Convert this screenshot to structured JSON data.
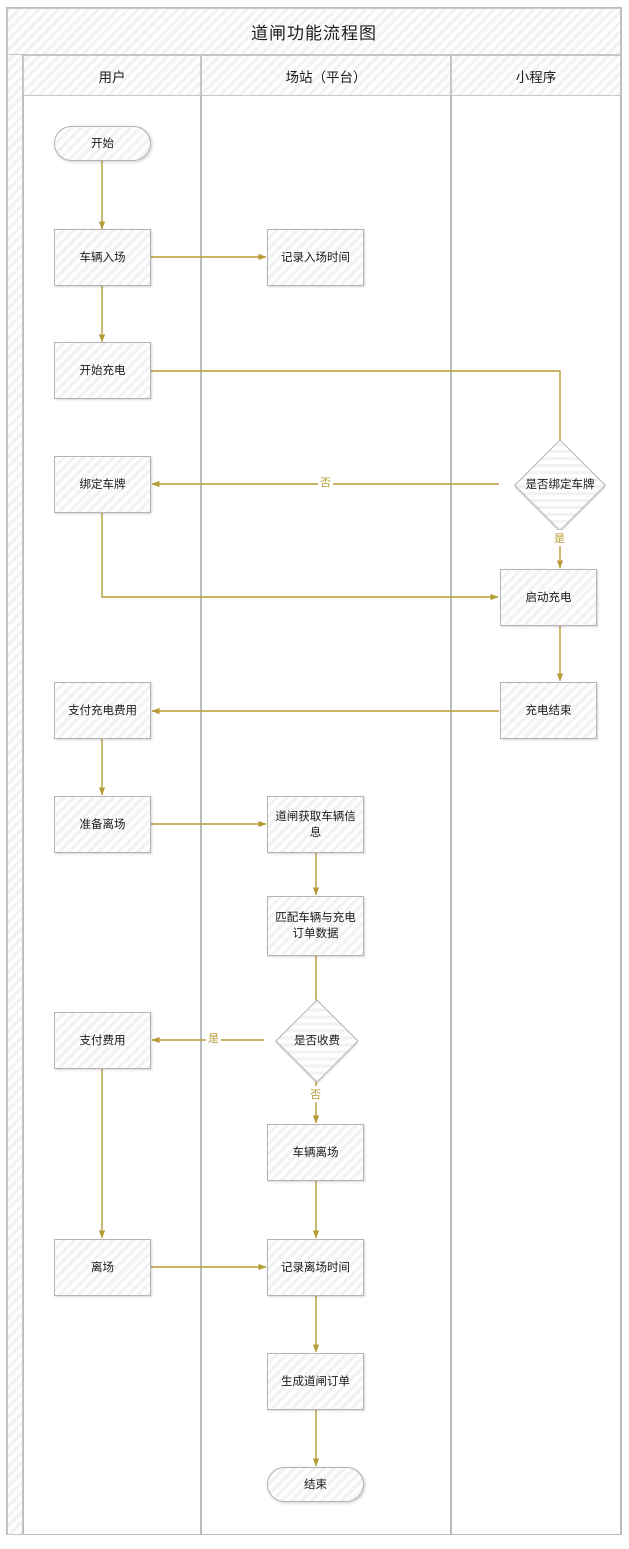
{
  "diagram": {
    "title": "道闸功能流程图",
    "type": "swimlane-flowchart",
    "accent_color": "#b59b36",
    "node_fill": "#f2f2f2",
    "node_border": "#b4b4b4",
    "lane_border": "#b6bdbd"
  },
  "lanes": [
    {
      "id": "user",
      "label": "用户"
    },
    {
      "id": "station",
      "label": "场站（平台）"
    },
    {
      "id": "miniapp",
      "label": "小程序"
    }
  ],
  "nodes": [
    {
      "id": "n1",
      "lane": "user",
      "shape": "terminal",
      "label": "开始"
    },
    {
      "id": "n2",
      "lane": "user",
      "shape": "process",
      "label": "车辆入场"
    },
    {
      "id": "n3",
      "lane": "station",
      "shape": "process",
      "label": "记录入场时间"
    },
    {
      "id": "n4",
      "lane": "user",
      "shape": "process",
      "label": "开始充电"
    },
    {
      "id": "n5",
      "lane": "miniapp",
      "shape": "decision",
      "label": "是否绑定车牌"
    },
    {
      "id": "n6",
      "lane": "user",
      "shape": "process",
      "label": "绑定车牌"
    },
    {
      "id": "n7",
      "lane": "miniapp",
      "shape": "process",
      "label": "启动充电"
    },
    {
      "id": "n8",
      "lane": "miniapp",
      "shape": "process",
      "label": "充电结束"
    },
    {
      "id": "n9",
      "lane": "user",
      "shape": "process",
      "label": "支付充电费用"
    },
    {
      "id": "n10",
      "lane": "user",
      "shape": "process",
      "label": "准备离场"
    },
    {
      "id": "n11",
      "lane": "station",
      "shape": "process",
      "label": "道闸获取车辆信息"
    },
    {
      "id": "n12",
      "lane": "station",
      "shape": "process",
      "label": "匹配车辆与充电订单数据"
    },
    {
      "id": "n13",
      "lane": "station",
      "shape": "decision",
      "label": "是否收费"
    },
    {
      "id": "n14",
      "lane": "user",
      "shape": "process",
      "label": "支付费用"
    },
    {
      "id": "n15",
      "lane": "station",
      "shape": "process",
      "label": "车辆离场"
    },
    {
      "id": "n16",
      "lane": "user",
      "shape": "process",
      "label": "离场"
    },
    {
      "id": "n17",
      "lane": "station",
      "shape": "process",
      "label": "记录离场时间"
    },
    {
      "id": "n18",
      "lane": "station",
      "shape": "process",
      "label": "生成道闸订单"
    },
    {
      "id": "n19",
      "lane": "station",
      "shape": "terminal",
      "label": "结束"
    }
  ],
  "edges": [
    {
      "from": "n1",
      "to": "n2",
      "label": ""
    },
    {
      "from": "n2",
      "to": "n3",
      "label": ""
    },
    {
      "from": "n2",
      "to": "n4",
      "label": ""
    },
    {
      "from": "n4",
      "to": "n5",
      "label": ""
    },
    {
      "from": "n5",
      "to": "n6",
      "label": "否"
    },
    {
      "from": "n5",
      "to": "n7",
      "label": "是"
    },
    {
      "from": "n6",
      "to": "n7",
      "label": ""
    },
    {
      "from": "n7",
      "to": "n8",
      "label": ""
    },
    {
      "from": "n8",
      "to": "n9",
      "label": ""
    },
    {
      "from": "n9",
      "to": "n10",
      "label": ""
    },
    {
      "from": "n10",
      "to": "n11",
      "label": ""
    },
    {
      "from": "n11",
      "to": "n12",
      "label": ""
    },
    {
      "from": "n12",
      "to": "n13",
      "label": ""
    },
    {
      "from": "n13",
      "to": "n14",
      "label": "是"
    },
    {
      "from": "n13",
      "to": "n15",
      "label": "否"
    },
    {
      "from": "n14",
      "to": "n16",
      "label": ""
    },
    {
      "from": "n15",
      "to": "n17",
      "label": ""
    },
    {
      "from": "n16",
      "to": "n17",
      "label": ""
    },
    {
      "from": "n17",
      "to": "n18",
      "label": ""
    },
    {
      "from": "n18",
      "to": "n19",
      "label": ""
    }
  ],
  "edge_labels": {
    "l_no_bind": "否",
    "l_yes_bind": "是",
    "l_yes_fee": "是",
    "l_no_fee": "否"
  }
}
